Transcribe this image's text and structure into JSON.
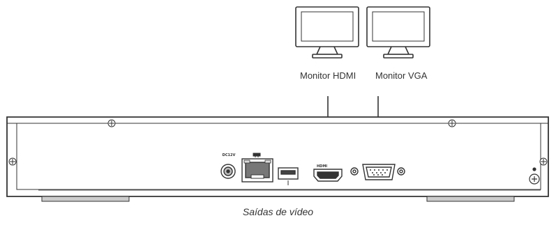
{
  "monitors": {
    "hdmi_label": "Monitor HDMI",
    "vga_label": "Monitor VGA"
  },
  "device": {
    "dc_label": "DC12V",
    "hdmi_port_label": "HDMI"
  },
  "caption": "Saídas de vídeo",
  "colors": {
    "line": "#333333",
    "panel": "#ffffff",
    "shade": "#d8d8d8"
  }
}
